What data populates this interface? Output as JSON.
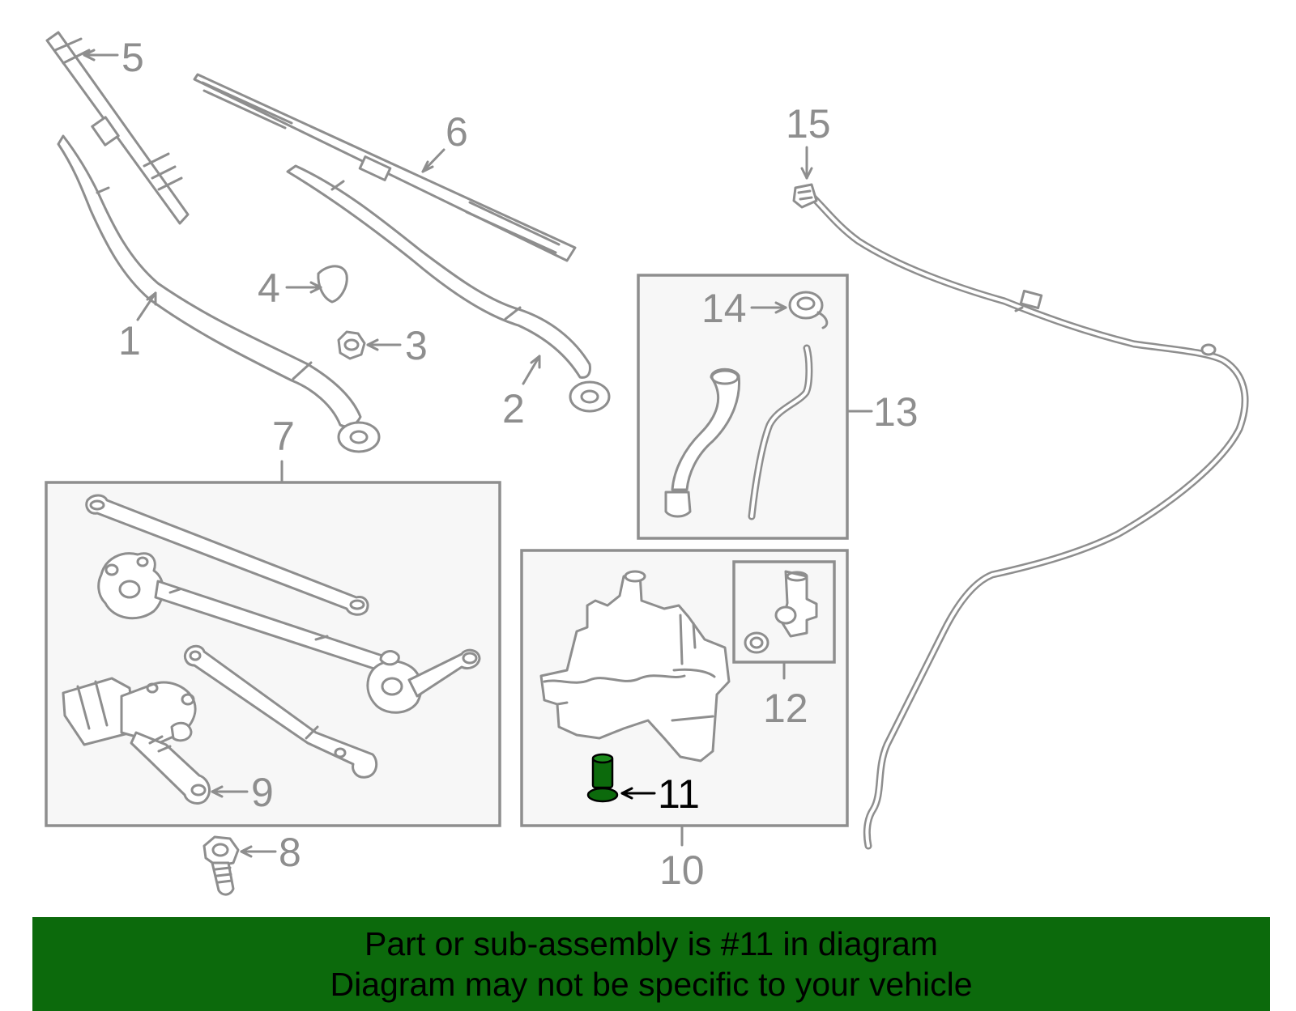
{
  "callouts": {
    "c1": "1",
    "c2": "2",
    "c3": "3",
    "c4": "4",
    "c5": "5",
    "c6": "6",
    "c7": "7",
    "c8": "8",
    "c9": "9",
    "c10": "10",
    "c11": "11",
    "c12": "12",
    "c13": "13",
    "c14": "14",
    "c15": "15"
  },
  "highlight": {
    "part": "11",
    "color": "#0c6a0c"
  },
  "banner": {
    "line1": "Part or sub-assembly is #11 in diagram",
    "line2": "Diagram may not be specific to your vehicle",
    "background": "#0c6a0c"
  }
}
